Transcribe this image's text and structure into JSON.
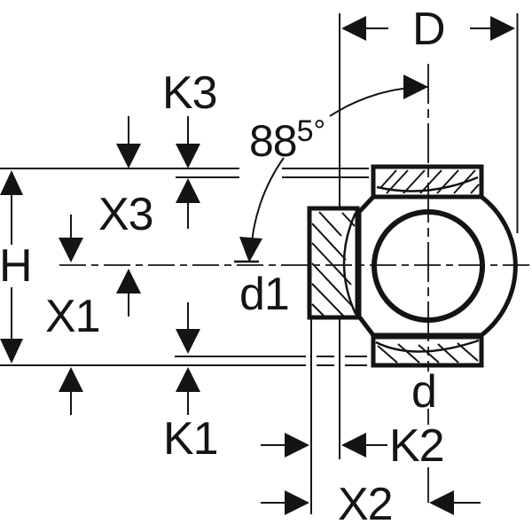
{
  "drawing": {
    "type": "technical-dimension-drawing",
    "description": "Pipe branch fitting cross-section with dimension annotations",
    "colors": {
      "line": "#141414",
      "background": "#ffffff"
    },
    "labels": {
      "D": "D",
      "K3": "K3",
      "X3": "X3",
      "H": "H",
      "X1": "X1",
      "K1": "K1",
      "d1": "d1",
      "d": "d",
      "K2": "K2",
      "X2": "X2"
    },
    "angle": {
      "base": "88",
      "superscript": "5",
      "degree": "°"
    }
  }
}
